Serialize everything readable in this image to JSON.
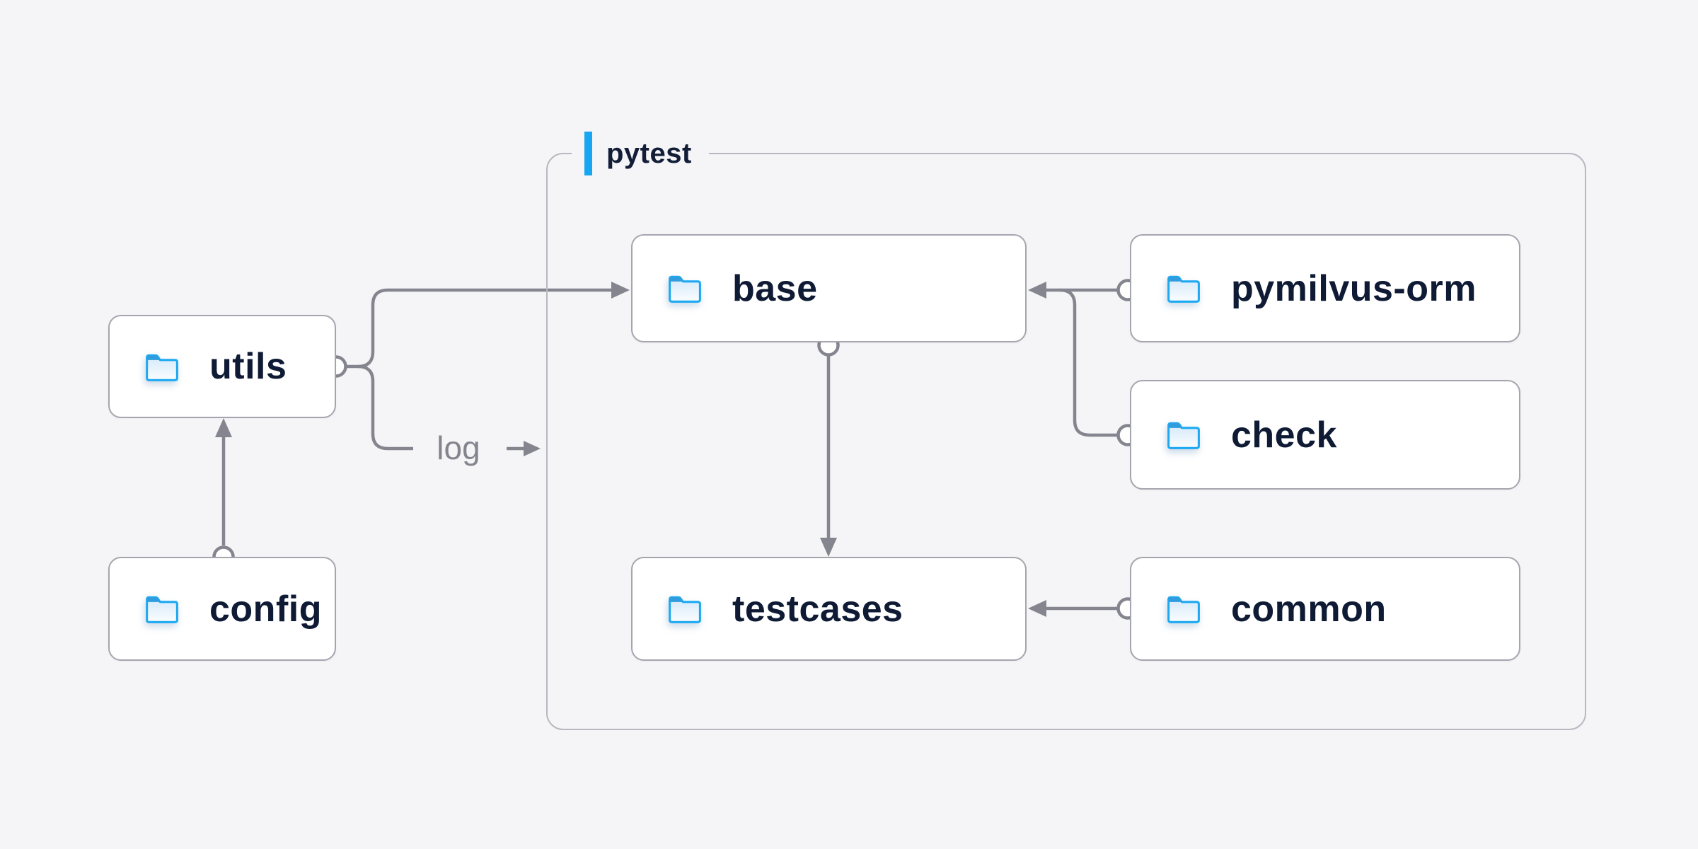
{
  "diagram": {
    "group": {
      "label": "pytest"
    },
    "edge_label": {
      "text": "log"
    },
    "nodes": {
      "utils": {
        "label": "utils"
      },
      "config": {
        "label": "config"
      },
      "base": {
        "label": "base"
      },
      "testcases": {
        "label": "testcases"
      },
      "pymilvus_orm": {
        "label": "pymilvus-orm"
      },
      "check": {
        "label": "check"
      },
      "common": {
        "label": "common"
      }
    },
    "edges": [
      {
        "from": "config",
        "to": "utils"
      },
      {
        "from": "utils",
        "to": "base"
      },
      {
        "from": "utils",
        "to": "log"
      },
      {
        "from": "pymilvus-orm",
        "to": "base"
      },
      {
        "from": "check",
        "to": "base"
      },
      {
        "from": "base",
        "to": "testcases"
      },
      {
        "from": "common",
        "to": "testcases"
      }
    ],
    "colors": {
      "background": "#f5f5f7",
      "accent_blue": "#17a6f1",
      "folder_blue": "#1ea9f2",
      "text_dark": "#0f1b35",
      "line_gray": "#85858f",
      "node_border": "#a5a5af",
      "group_border": "#b8b8c2"
    }
  }
}
